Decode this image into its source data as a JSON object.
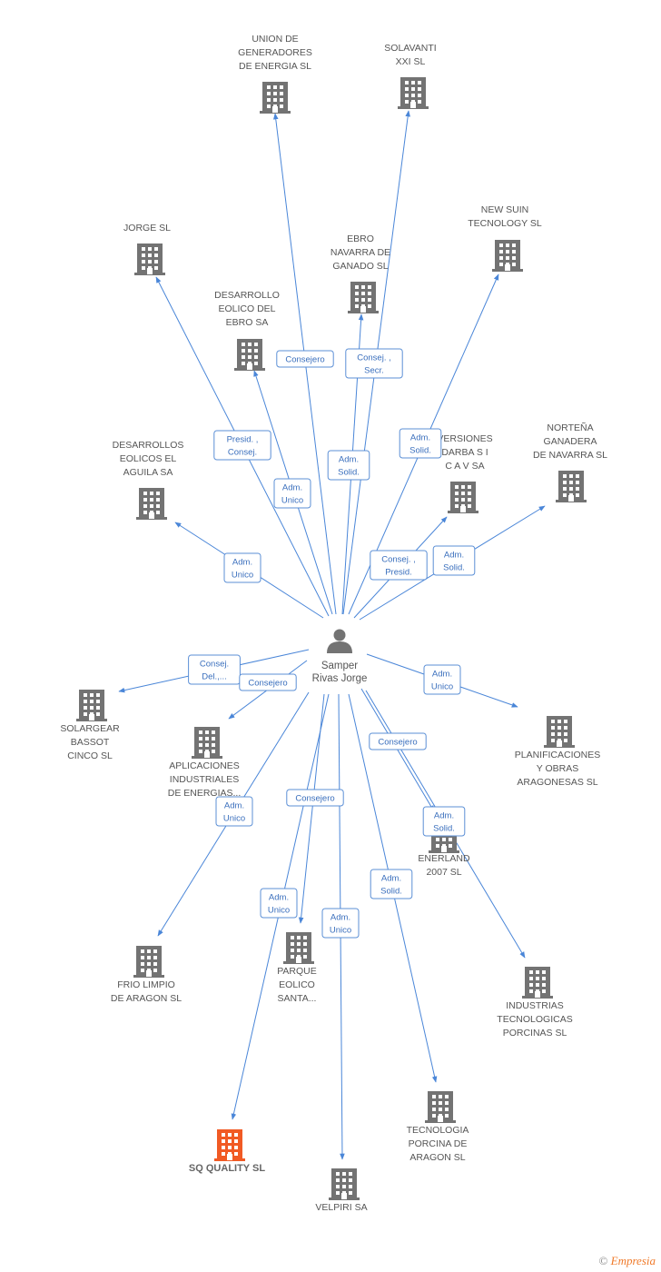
{
  "center": {
    "name_lines": [
      "Samper",
      "Rivas Jorge"
    ],
    "icon": "person-icon"
  },
  "colors": {
    "edge": "#4a86d8",
    "building": "#737373",
    "highlight": "#f15a24",
    "label_text": "#3a6fbd"
  },
  "nodes": [
    {
      "id": "union",
      "lines": [
        "UNION DE",
        "GENERADORES",
        "DE ENERGIA SL"
      ],
      "highlight": false
    },
    {
      "id": "solavanti",
      "lines": [
        "SOLAVANTI",
        "XXI SL"
      ],
      "highlight": false
    },
    {
      "id": "newsuin",
      "lines": [
        "NEW SUIN",
        "TECNOLOGY SL"
      ],
      "highlight": false
    },
    {
      "id": "jorge",
      "lines": [
        "JORGE SL"
      ],
      "highlight": false
    },
    {
      "id": "ebro_navarra",
      "lines": [
        "EBRO",
        "NAVARRA DE",
        "GANADO SL"
      ],
      "highlight": false
    },
    {
      "id": "desarrollo_ebro",
      "lines": [
        "DESARROLLO",
        "EOLICO DEL",
        "EBRO SA"
      ],
      "highlight": false
    },
    {
      "id": "desarrollos_aguila",
      "lines": [
        "DESARROLLOS",
        "EOLICOS EL",
        "AGUILA SA"
      ],
      "highlight": false
    },
    {
      "id": "inversiones",
      "lines": [
        "VERSIONES",
        "DARBA S I",
        "C A V SA"
      ],
      "highlight": false
    },
    {
      "id": "nortena",
      "lines": [
        "NORTEÑA",
        "GANADERA",
        "DE NAVARRA SL"
      ],
      "highlight": false
    },
    {
      "id": "solargear",
      "lines": [
        "SOLARGEAR",
        "BASSOT",
        "CINCO SL"
      ],
      "highlight": false
    },
    {
      "id": "aplicaciones",
      "lines": [
        "APLICACIONES",
        "INDUSTRIALES",
        "DE ENERGIAS..."
      ],
      "highlight": false
    },
    {
      "id": "planificaciones",
      "lines": [
        "PLANIFICACIONES",
        "Y OBRAS",
        "ARAGONESAS SL"
      ],
      "highlight": false
    },
    {
      "id": "enerland",
      "lines": [
        "ENERLAND",
        "2007 SL"
      ],
      "highlight": false
    },
    {
      "id": "frio",
      "lines": [
        "FRIO LIMPIO",
        "DE ARAGON SL"
      ],
      "highlight": false
    },
    {
      "id": "parque",
      "lines": [
        "PARQUE",
        "EOLICO",
        "SANTA..."
      ],
      "highlight": false
    },
    {
      "id": "industrias",
      "lines": [
        "INDUSTRIAS",
        "TECNOLOGICAS",
        "PORCINAS SL"
      ],
      "highlight": false
    },
    {
      "id": "tecnologia",
      "lines": [
        "TECNOLOGIA",
        "PORCINA DE",
        "ARAGON SL"
      ],
      "highlight": false
    },
    {
      "id": "sq",
      "lines": [
        "SQ QUALITY SL"
      ],
      "highlight": true
    },
    {
      "id": "velpiri",
      "lines": [
        "VELPIRI SA"
      ],
      "highlight": false
    }
  ],
  "relations": [
    {
      "target": "union",
      "lines": [
        "Consejero"
      ]
    },
    {
      "target": "solavanti",
      "lines": [
        "Consej. ,",
        "Secr."
      ]
    },
    {
      "target": "newsuin",
      "lines": [
        "Adm.",
        "Solid."
      ]
    },
    {
      "target": "jorge",
      "lines": [
        "Presid. ,",
        "Consej."
      ]
    },
    {
      "target": "ebro_navarra",
      "lines": [
        "Adm.",
        "Solid."
      ]
    },
    {
      "target": "desarrollo_ebro",
      "lines": [
        "Adm.",
        "Unico"
      ]
    },
    {
      "target": "desarrollos_aguila",
      "lines": [
        "Adm.",
        "Unico"
      ]
    },
    {
      "target": "inversiones",
      "lines": [
        "Consej. ,",
        "Presid."
      ]
    },
    {
      "target": "nortena",
      "lines": [
        "Adm.",
        "Solid."
      ]
    },
    {
      "target": "solargear",
      "lines": [
        "Consej.",
        "Del.,..."
      ]
    },
    {
      "target": "aplicaciones",
      "lines": [
        "Consejero"
      ]
    },
    {
      "target": "planificaciones",
      "lines": [
        "Adm.",
        "Unico"
      ]
    },
    {
      "target": "enerland",
      "lines": [
        "Consejero"
      ]
    },
    {
      "target": "industrias",
      "lines": [
        "Adm.",
        "Solid."
      ]
    },
    {
      "target": "frio",
      "lines": [
        "Adm.",
        "Unico"
      ]
    },
    {
      "target": "parque",
      "lines": [
        "Consejero"
      ]
    },
    {
      "target": "sq",
      "lines": [
        "Adm.",
        "Unico"
      ]
    },
    {
      "target": "velpiri",
      "lines": [
        "Adm.",
        "Unico"
      ]
    },
    {
      "target": "tecnologia",
      "lines": [
        "Adm.",
        "Solid."
      ]
    }
  ],
  "footer": {
    "copyright": "©",
    "brand": "Empresia"
  }
}
